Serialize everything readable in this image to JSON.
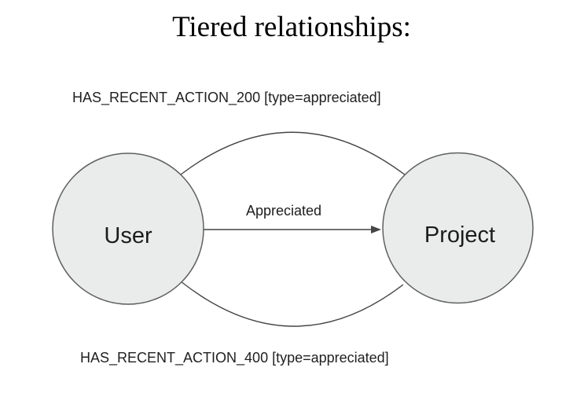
{
  "title": "Tiered relationships:",
  "diagram": {
    "nodes": [
      {
        "id": "user",
        "label": "User"
      },
      {
        "id": "project",
        "label": "Project"
      }
    ],
    "edges": [
      {
        "position": "top-arc",
        "label": "HAS_RECENT_ACTION_200 [type=appreciated]"
      },
      {
        "position": "middle-arrow",
        "label": "Appreciated"
      },
      {
        "position": "bottom-arc",
        "label": "HAS_RECENT_ACTION_400 [type=appreciated]"
      }
    ],
    "colors": {
      "node_fill": "#e9eceb",
      "node_stroke": "#5f5f5f",
      "edge_stroke": "#454545",
      "text": "#1c1c1c"
    }
  }
}
